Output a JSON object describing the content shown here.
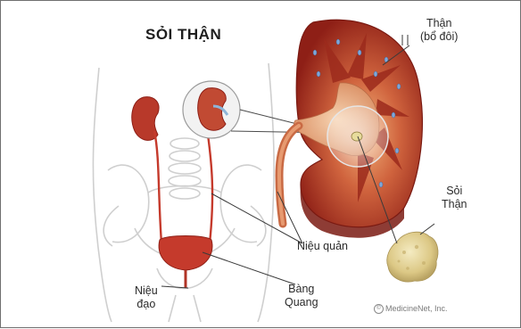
{
  "title": "SỎI THẬN",
  "labels": {
    "kidney_line1": "Thận",
    "kidney_line2": "(bổ đôi)",
    "stone_line1": "Sỏi",
    "stone_line2": "Thận",
    "ureter": "Niệu quản",
    "bladder_line1": "Bàng",
    "bladder_line2": "Quang",
    "urethra_line1": "Niệu",
    "urethra_line2": "đạo"
  },
  "credit": "MedicineNet, Inc.",
  "colors": {
    "kidney_red": "#b8392a",
    "kidney_dark": "#8e1f16",
    "tract_red": "#c53a2c",
    "stone_yellow": "#e0cf8e",
    "outline_gray": "#c9c9c9",
    "leader_line": "#3a3a3a"
  }
}
